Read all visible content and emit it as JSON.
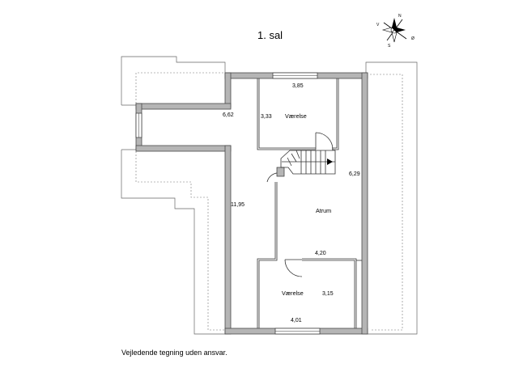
{
  "title": "1. sal",
  "disclaimer": "Vejledende tegning uden ansvar.",
  "compass": {
    "north": "N",
    "south": "S",
    "east": "Ø",
    "west": "V"
  },
  "rooms": {
    "top_bedroom": "Værelse",
    "atrium": "Atrum",
    "bottom_bedroom": "Værelse"
  },
  "dimensions": {
    "top_width": "3,85",
    "top_room_depth": "3,33",
    "left_upper": "6,62",
    "left_length": "11,95",
    "right_length": "6,29",
    "atrium_width": "4,20",
    "bottom_room_depth": "3,15",
    "bottom_width": "4,01"
  }
}
